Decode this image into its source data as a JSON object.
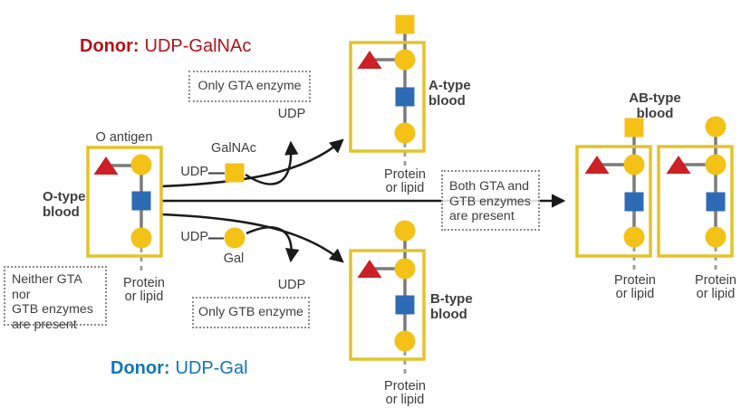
{
  "colors": {
    "sugar_yellow": "#F4C216",
    "box_border_yellow": "#E3C42A",
    "fucose_red": "#CB2026",
    "glcnac_blue": "#2D6BB4",
    "donor_a_red": "#B11419",
    "donor_b_blue": "#1274BE",
    "connector_gray": "#7B7B7B",
    "arrow_black": "#1A1A1A",
    "text_dark": "#3E3E3E"
  },
  "donor_a": {
    "prefix": "Donor:",
    "name": "UDP-GalNAc",
    "udp": "UDP",
    "sugar": "GalNAc",
    "released_udp": "UDP"
  },
  "donor_b": {
    "prefix": "Donor:",
    "name": "UDP-Gal",
    "udp": "UDP",
    "sugar": "Gal",
    "released_udp": "UDP"
  },
  "enzymes": {
    "none_lines": [
      "Neither GTA nor",
      "GTB enzymes",
      "are present"
    ],
    "gta": "Only GTA enzyme",
    "gtb": "Only GTB enzyme",
    "both_lines": [
      "Both GTA and",
      "GTB enzymes",
      "are present"
    ]
  },
  "o_structure": {
    "antigen_label": "O antigen",
    "type_lines": [
      "O-type",
      "blood"
    ],
    "carrier_lines": [
      "Protein",
      "or lipid"
    ]
  },
  "a_structure": {
    "type_lines": [
      "A-type",
      "blood"
    ],
    "carrier_lines": [
      "Protein",
      "or lipid"
    ]
  },
  "b_structure": {
    "type_lines": [
      "B-type",
      "blood"
    ],
    "carrier_lines": [
      "Protein",
      "or lipid"
    ]
  },
  "ab_structure": {
    "title": "AB-type blood",
    "carrier_left_lines": [
      "Protein",
      "or lipid"
    ],
    "carrier_right_lines": [
      "Protein",
      "or lipid"
    ]
  }
}
